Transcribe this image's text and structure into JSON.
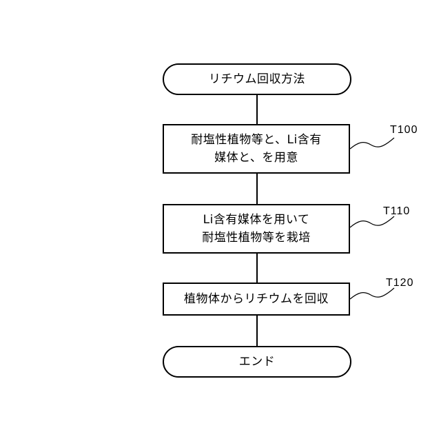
{
  "flowchart": {
    "start": "リチウム回収方法",
    "steps": [
      {
        "lines": [
          "耐塩性植物等と、Li含有",
          "媒体と、を用意"
        ],
        "label": "T100"
      },
      {
        "lines": [
          "Li含有媒体を用いて",
          "耐塩性植物等を栽培"
        ],
        "label": "T110"
      },
      {
        "lines": [
          "植物体からリチウムを回収"
        ],
        "label": "T120"
      }
    ],
    "end": "エンド"
  }
}
